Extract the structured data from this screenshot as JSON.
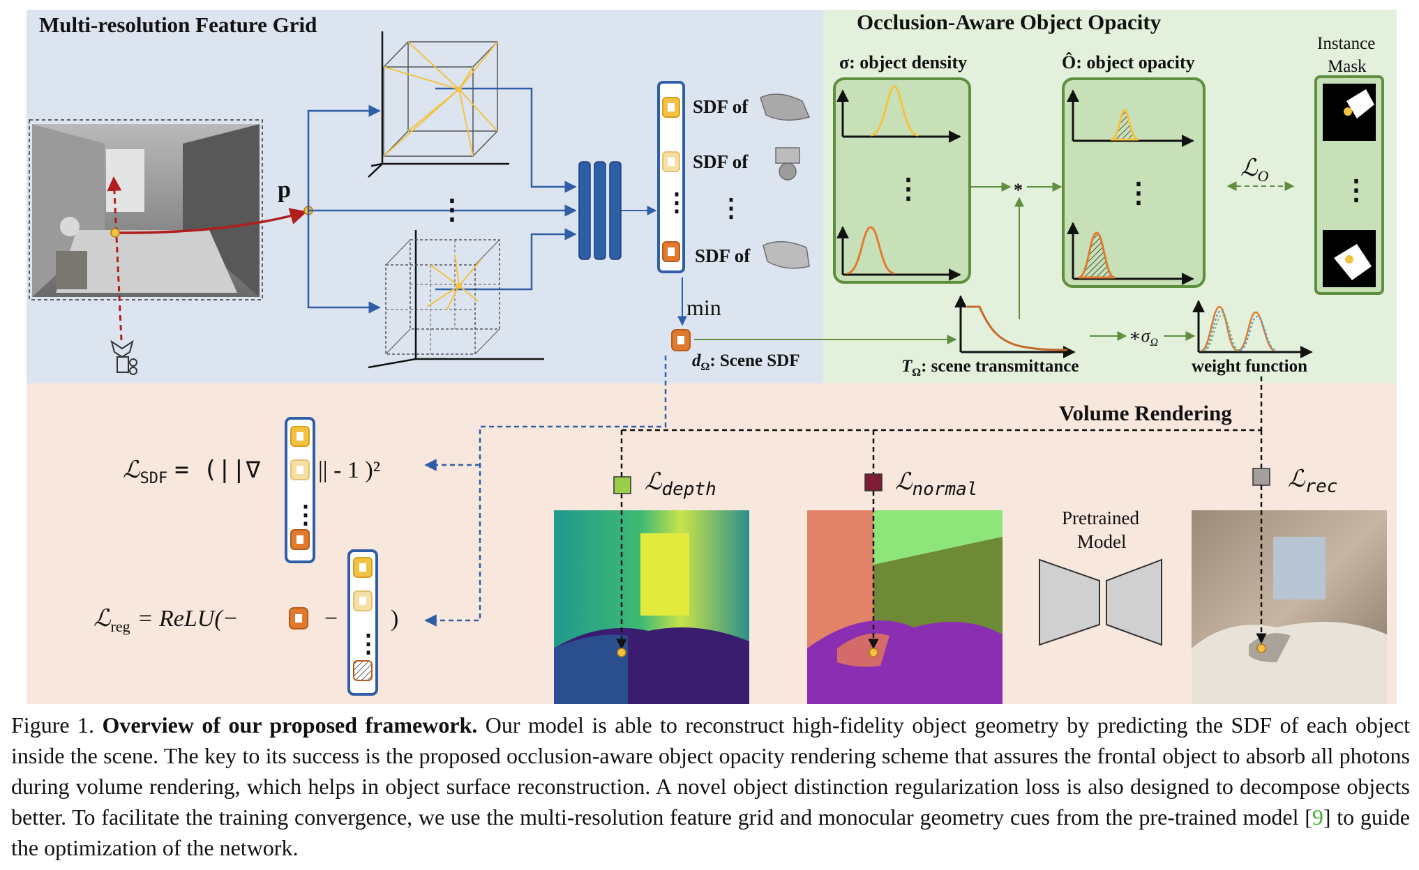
{
  "panels": {
    "feature_grid": {
      "title": "Multi-resolution Feature Grid",
      "point_label": "p"
    },
    "opacity": {
      "title": "Occlusion-Aware Object Opacity",
      "density_label": "σ: object density",
      "opacity_label": "Ô: object opacity",
      "mask_title_line1": "Instance",
      "mask_title_line2": "Mask",
      "loss_o": "ℒ",
      "loss_o_sub": "O",
      "multiply": "*"
    },
    "volume_rendering": {
      "title": "Volume Rendering"
    }
  },
  "sdf_outputs": [
    {
      "label": "SDF of"
    },
    {
      "label": "SDF of"
    },
    {
      "label": "SDF of"
    }
  ],
  "scene": {
    "min_label": "min",
    "scene_sdf_prefix": "d",
    "scene_sdf_sub": "Ω",
    "scene_sdf_label": ": Scene SDF",
    "transmittance_prefix": "T",
    "transmittance_sub": "Ω",
    "transmittance_label": ": scene transmittance",
    "sigma_op": "∗σ",
    "sigma_sub": "Ω",
    "weight_label": "weight function"
  },
  "losses": {
    "sdf": {
      "lhs": "ℒ",
      "sub": "SDF",
      "eq": "= (||∇",
      "rhs": "|| - 1 )²"
    },
    "reg": {
      "lhs": "ℒ",
      "sub": "reg",
      "eq": "= ReLU(−",
      "minus": "−",
      "close": ")"
    },
    "depth": {
      "sym": "ℒ",
      "sub": "depth"
    },
    "normal": {
      "sym": "ℒ",
      "sub": "normal"
    },
    "rec": {
      "sym": "ℒ",
      "sub": "rec"
    }
  },
  "pretrained": {
    "line1": "Pretrained",
    "line2": "Model"
  },
  "colors": {
    "blue_panel": "#dce4f0",
    "green_panel": "#e3f0dc",
    "peach_panel": "#f8e7dc",
    "accent_blue": "#2e5fa6",
    "orange": "#e07a2e",
    "yellow": "#f3c242",
    "green_line": "#5e8f3e",
    "depth_swatch": "#9acd4a",
    "normal_swatch": "#7d1e35",
    "rec_swatch": "#a59f9c"
  },
  "caption": {
    "prefix": "Figure 1.",
    "bold": "Overview of our proposed framework.",
    "text": "Our model is able to reconstruct high-fidelity object geometry by predicting the SDF of each object inside the scene. The key to its success is the proposed occlusion-aware object opacity rendering scheme that assures the frontal object to absorb all photons during volume rendering, which helps in object surface reconstruction. A novel object distinction regularization loss is also designed to decompose objects better. To facilitate the training convergence, we use the multi-resolution feature grid and monocular geometry cues from the pre-trained model [",
    "ref": "9",
    "tail": "] to guide the optimization of the network."
  }
}
